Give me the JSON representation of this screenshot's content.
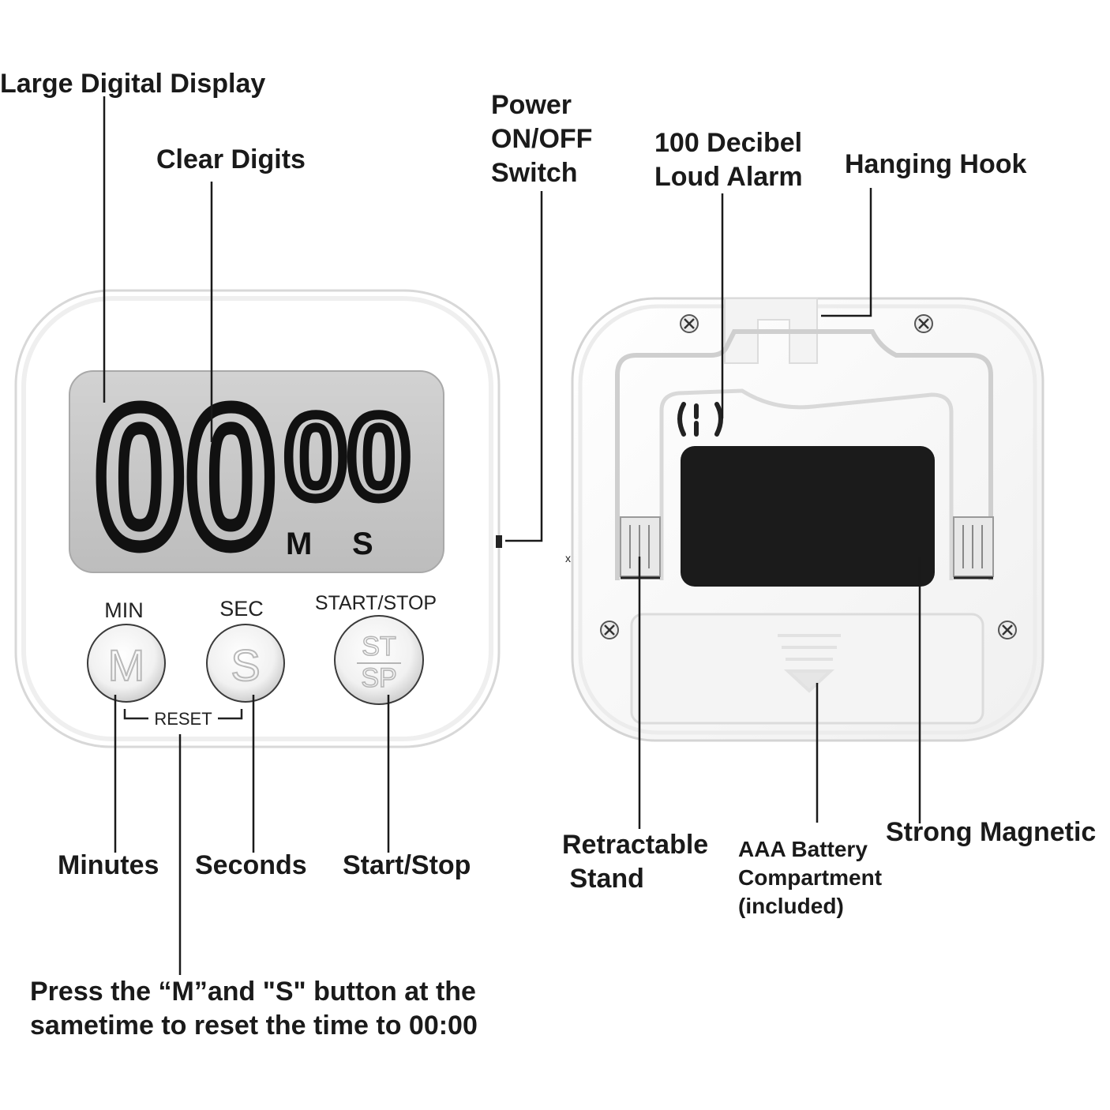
{
  "callouts": {
    "large_display": "Large Digital Display",
    "clear_digits": "Clear Digits",
    "power_switch": "Power\nON/OFF\nSwitch",
    "loud_alarm": "100 Decibel\nLoud Alarm",
    "hanging_hook": "Hanging Hook",
    "minutes": "Minutes",
    "seconds": "Seconds",
    "start_stop": "Start/Stop",
    "reset_note": "Press the “M”and \"S\" button at the\nsametime to reset the time to 00:00",
    "retractable_stand": "Retractable\n Stand",
    "battery": "AAA Battery\nCompartment\n(included)",
    "magnetic": "Strong Magnetic"
  },
  "timer_front": {
    "display_digits": "0000",
    "unit_min": "M",
    "unit_sec": "S",
    "buttons": [
      {
        "label": "MIN",
        "face": "M"
      },
      {
        "label": "SEC",
        "face": "S"
      },
      {
        "label": "START/STOP",
        "face_top": "ST",
        "face_bottom": "SP"
      }
    ],
    "reset_label": "RESET"
  },
  "colors": {
    "lcd": "#c8c8c8",
    "body": "#ffffff",
    "outline": "#d6d6d6",
    "digit": "#111111",
    "magnet": "#1b1b1b"
  }
}
